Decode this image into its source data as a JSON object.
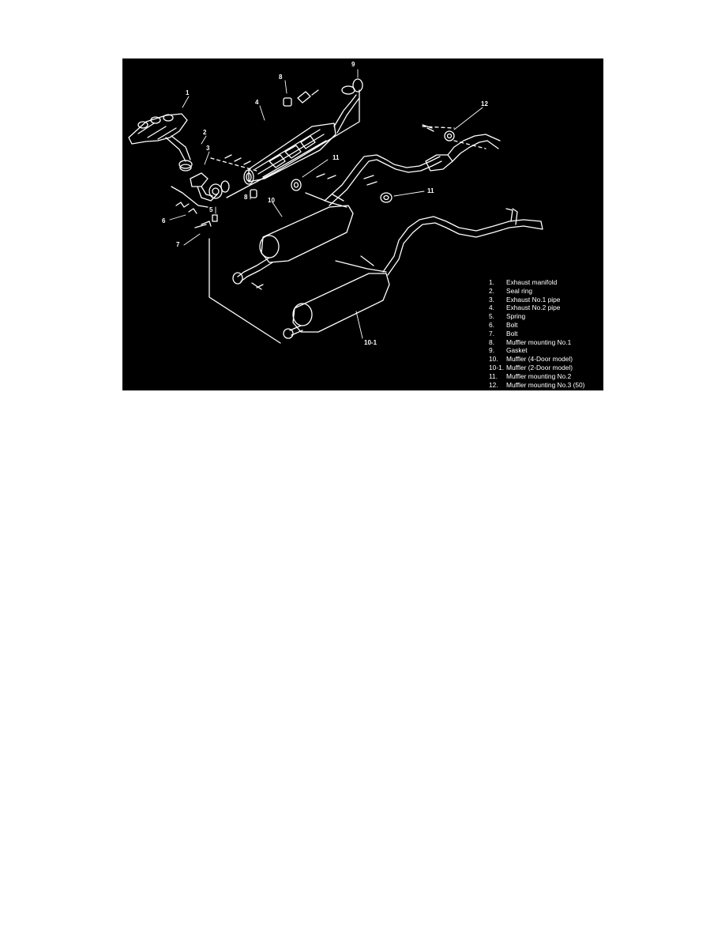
{
  "diagram": {
    "callouts": [
      "1",
      "2",
      "3",
      "4",
      "5",
      "6",
      "7",
      "8",
      "8",
      "9",
      "10",
      "10-1",
      "11",
      "11",
      "12"
    ],
    "legend": [
      {
        "num": "1.",
        "name": "Exhaust manifold"
      },
      {
        "num": "2.",
        "name": "Seal ring"
      },
      {
        "num": "3.",
        "name": "Exhaust No.1 pipe"
      },
      {
        "num": "4.",
        "name": "Exhaust No.2 pipe"
      },
      {
        "num": "5.",
        "name": "Spring"
      },
      {
        "num": "6.",
        "name": "Bolt"
      },
      {
        "num": "7.",
        "name": "Bolt"
      },
      {
        "num": "8.",
        "name": "Muffler mounting No.1"
      },
      {
        "num": "9.",
        "name": "Gasket"
      },
      {
        "num": "10.",
        "name": "Muffler (4-Door model)"
      },
      {
        "num": "10-1.",
        "name": "Muffler (2-Door model)"
      },
      {
        "num": "11.",
        "name": "Muffler mounting No.2"
      },
      {
        "num": "12.",
        "name": "Muffler mounting No.3 (50)"
      }
    ],
    "colors": {
      "background": "#000000",
      "line": "#ffffff",
      "page": "#ffffff"
    }
  }
}
